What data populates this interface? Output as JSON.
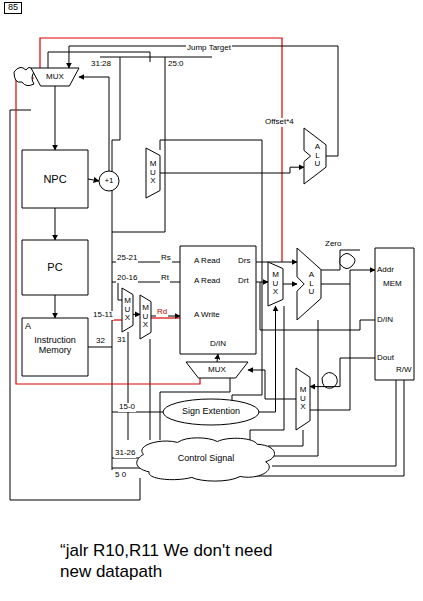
{
  "diagram": {
    "caption": "“jalr R10,R11 We don't need new datapath",
    "nodes": [
      {
        "text": [
          "MUX"
        ]
      },
      {
        "text": [
          "NPC"
        ]
      },
      {
        "text": [
          "+1"
        ]
      },
      {
        "text": [
          "PC"
        ]
      },
      {
        "text": [
          "A",
          "Instruction Memory"
        ]
      },
      {
        "text": [
          "M U X"
        ]
      },
      {
        "text": [
          "A L U"
        ]
      },
      {
        "text": [
          "M U X"
        ]
      },
      {
        "text": [
          "M U X"
        ]
      },
      {
        "text": [
          "A Read",
          "A Read",
          "A Write",
          "D/IN",
          "Drs",
          "Drt"
        ]
      },
      {
        "text": [
          "M U X"
        ]
      },
      {
        "text": [
          "A L U"
        ]
      },
      {
        "text": [
          "Addr",
          "MEM",
          "D/IN",
          "Dout",
          "R/W"
        ]
      },
      {
        "text": [
          "MUX"
        ]
      },
      {
        "text": [
          "M U X"
        ]
      },
      {
        "text": [
          "Sign Extention"
        ]
      },
      {
        "text": [
          "Control Signal"
        ]
      }
    ],
    "edges": [
      {
        "from": 0,
        "to": 1,
        "arrow": "to"
      },
      {
        "from": 1,
        "to": 3,
        "arrow": "to"
      },
      {
        "from": 3,
        "to": 4,
        "arrow": "to"
      },
      {
        "from": 1,
        "to": 2,
        "arrow": "to"
      },
      {
        "from": 2,
        "to": 0,
        "arrow": "to"
      },
      {
        "from": 6,
        "to": 0,
        "arrow": "to"
      },
      {
        "from": 9,
        "to": 11,
        "arrow": "to"
      },
      {
        "from": 9,
        "to": 10,
        "arrow": "to"
      },
      {
        "from": 10,
        "to": 11,
        "arrow": "to"
      },
      {
        "from": 11,
        "to": 12,
        "arrow": "to"
      },
      {
        "from": 15,
        "to": 10,
        "arrow": "to"
      },
      {
        "from": 7,
        "to": 8,
        "arrow": "to"
      },
      {
        "from": 8,
        "to": 9,
        "arrow": "to"
      },
      {
        "from": 13,
        "to": 9,
        "arrow": "to"
      },
      {
        "from": 12,
        "to": 14,
        "arrow": "to"
      },
      {
        "from": 14,
        "to": 13,
        "arrow": "to"
      },
      {
        "from": 5,
        "to": 6,
        "arrow": "to"
      }
    ],
    "labels": [
      "85",
      "Jump Target",
      "31:28",
      "25:0",
      "32",
      "Offset*4",
      "25-21",
      "Rs",
      "20-16",
      "Rt",
      "15-11",
      "31",
      "Rd",
      "Zero",
      "15-0",
      "31-26",
      "5 0"
    ]
  }
}
